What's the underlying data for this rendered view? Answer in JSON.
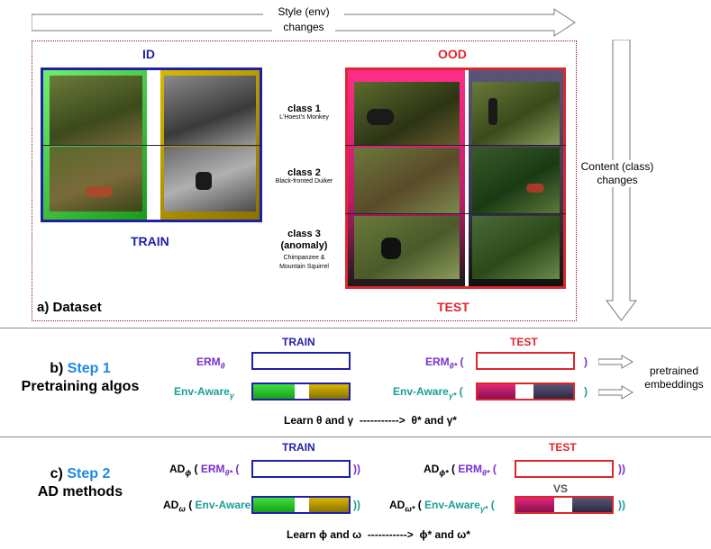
{
  "top": {
    "style_label_1": "Style (env)",
    "style_label_2": "changes",
    "content_label_1": "Content (class)",
    "content_label_2": "changes"
  },
  "dataset": {
    "id_title": "ID",
    "ood_title": "OOD",
    "train_label": "TRAIN",
    "test_label": "TEST",
    "section_label": "a) Dataset",
    "classes": [
      {
        "name": "class 1",
        "sub": "L'Hoest's Monkey"
      },
      {
        "name": "class 2",
        "sub": "Black-fronted Duiker"
      },
      {
        "name": "class 3",
        "name2": "(anomaly)",
        "sub": "Chimpanzee &",
        "sub2": "Mountain Squirrel"
      }
    ]
  },
  "step1": {
    "prefix": "b)",
    "step": "Step 1",
    "title": "Pretraining algos",
    "train": "TRAIN",
    "test": "TEST",
    "erm": "ERM",
    "erm_sub": "θ",
    "erm_star_sub": "θ*",
    "env": "Env-Aware",
    "env_sub": "γ",
    "env_star_sub": "γ*",
    "paren_open": "(",
    "paren_close": ")",
    "out_1": "pretrained",
    "out_2": "embeddings",
    "learn": "Learn θ and γ  ----------->  θ* and γ*"
  },
  "step2": {
    "prefix": "c)",
    "step": "Step 2",
    "title": "AD methods",
    "train": "TRAIN",
    "test": "TEST",
    "ad": "AD",
    "phi": "ϕ",
    "phi_star": "ϕ*",
    "omega": "ω",
    "omega_star": "ω*",
    "erm": "ERM",
    "erm_star_sub": "θ*",
    "env": "Env-Aware",
    "env_star_sub": "γ*",
    "paren_open": "(",
    "close2": "))",
    "vs": "VS",
    "learn": "Learn ϕ and ω  ----------->  ϕ* and ω*"
  },
  "colors": {
    "navy": "#1f1fa8",
    "red": "#e0262d",
    "green": "#22c422",
    "gold": "#c8a800",
    "magenta": "#e0297a",
    "slate": "#4a4768",
    "purple": "#7a2fd0",
    "teal": "#1a9e96",
    "blue": "#1e88e5"
  }
}
